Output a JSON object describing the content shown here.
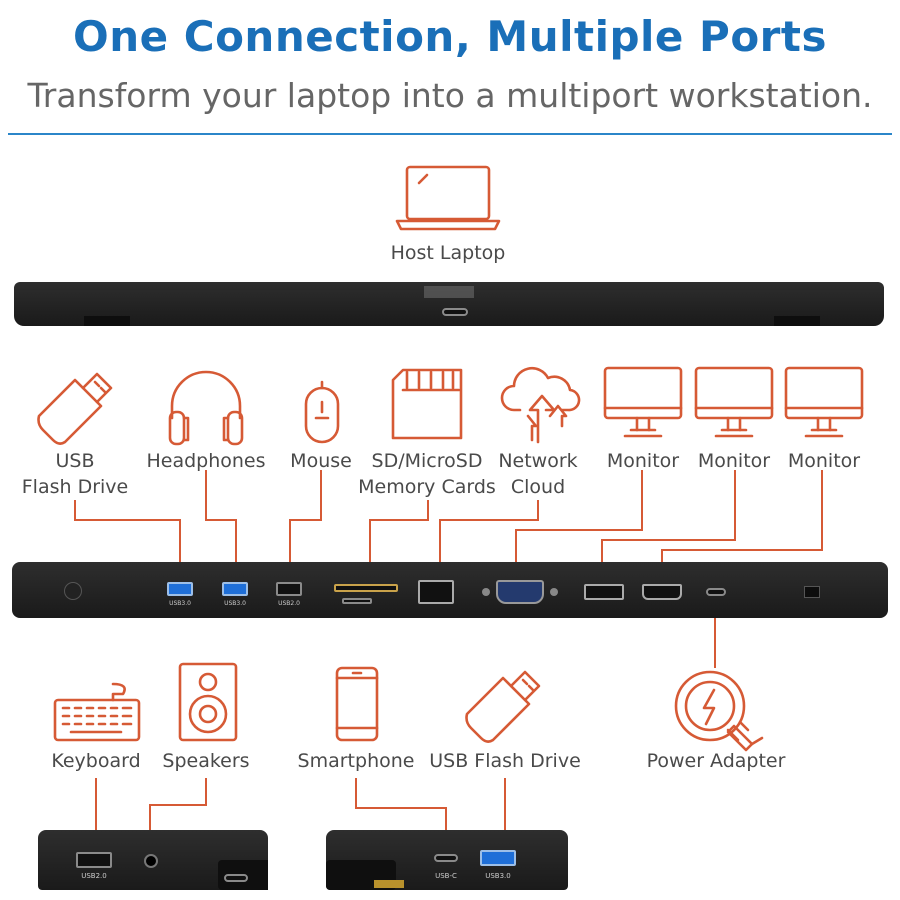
{
  "header": {
    "title": "One Connection, Multiple Ports",
    "subtitle": "Transform your laptop into a multiport workstation."
  },
  "top_device": {
    "label": "Host Laptop",
    "icon": "laptop-icon"
  },
  "middle_labels": {
    "usb_flash_drive_line1": "USB",
    "usb_flash_drive_line2": "Flash Drive",
    "headphones": "Headphones",
    "mouse": "Mouse",
    "sd_line1": "SD/MicroSD",
    "sd_line2": "Memory Cards",
    "network_line1": "Network",
    "network_line2": "Cloud",
    "monitor1": "Monitor",
    "monitor2": "Monitor",
    "monitor3": "Monitor"
  },
  "bottom_labels": {
    "keyboard": "Keyboard",
    "speakers": "Speakers",
    "smartphone": "Smartphone",
    "usb_flash_drive": "USB Flash Drive",
    "power_adapter": "Power Adapter"
  },
  "port_labels": {
    "usb30_a": "USB3.0",
    "usb30_b": "USB3.0",
    "usb20": "USB2.0",
    "left_usb20": "USB2.0",
    "right_usbc": "USB-C",
    "right_usb30": "USB3.0"
  },
  "colors": {
    "title_blue": "#1a6fb8",
    "accent_orange": "#d65a35",
    "divider_blue": "#2b86c9",
    "subtitle_gray": "#666666"
  }
}
